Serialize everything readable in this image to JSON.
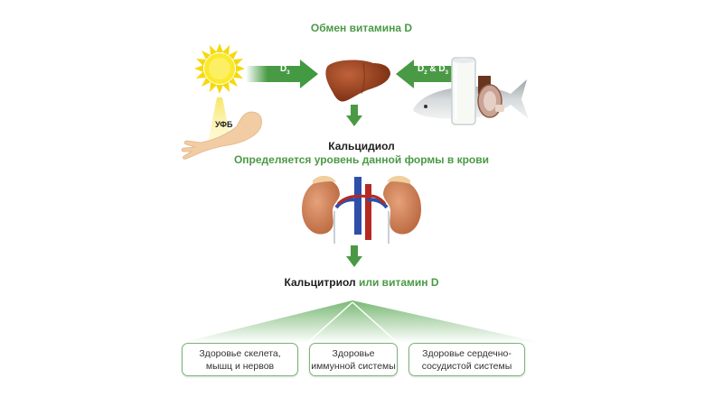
{
  "title": "Обмен витамина D",
  "sources": {
    "sun_arrow_label": "D",
    "sun_arrow_sub": "3",
    "uvb_label": "УФБ",
    "food_arrow_label_a": "D",
    "food_arrow_sub_a": "2",
    "food_arrow_amp": " & ",
    "food_arrow_label_b": "D",
    "food_arrow_sub_b": "3"
  },
  "calcidiol": {
    "name": "Кальцидиол",
    "note": "Определяется уровень данной формы в крови"
  },
  "calcitriol": {
    "name": "Кальцитриол",
    "suffix": " или витамин D"
  },
  "outcomes": [
    {
      "line1": "Здоровье скелета,",
      "line2": "мышц и нервов"
    },
    {
      "line1": "Здоровье",
      "line2": "иммунной системы"
    },
    {
      "line1": "Здоровье сердечно-",
      "line2": "сосудистой системы"
    }
  ],
  "colors": {
    "green": "#4a9a45",
    "box_border": "#7fb27a",
    "liver": "#8f3f1c",
    "sun": "#f7e41a"
  }
}
